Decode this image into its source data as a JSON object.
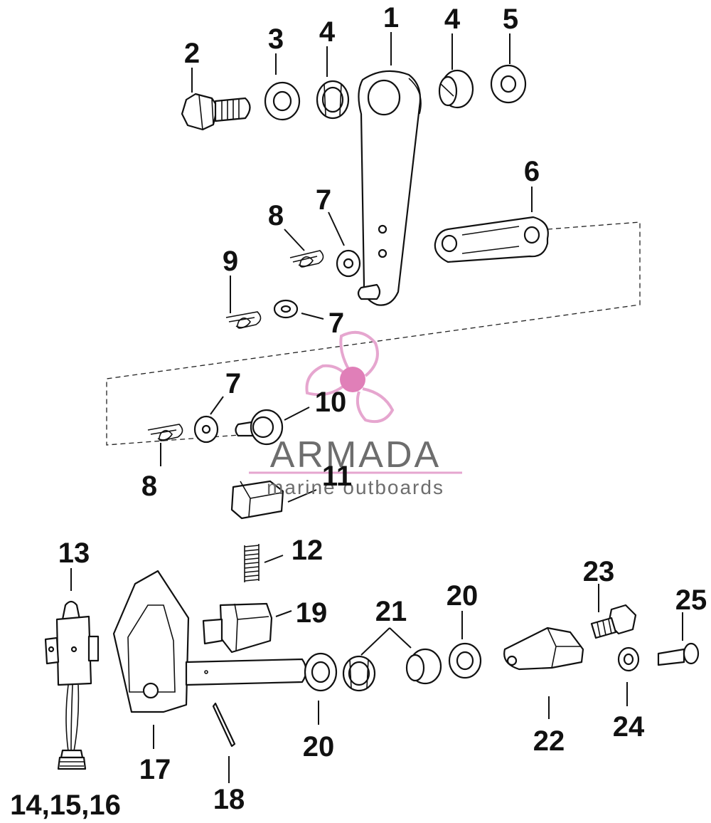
{
  "callouts": {
    "c1": "1",
    "c2": "2",
    "c3": "3",
    "c4a": "4",
    "c4b": "4",
    "c5": "5",
    "c6": "6",
    "c7a": "7",
    "c7b": "7",
    "c7c": "7",
    "c8a": "8",
    "c8b": "8",
    "c9": "9",
    "c10": "10",
    "c11": "11",
    "c12": "12",
    "c13": "13",
    "c14": "14,15,16",
    "c17": "17",
    "c18": "18",
    "c19": "19",
    "c20a": "20",
    "c20b": "20",
    "c21": "21",
    "c22": "22",
    "c23": "23",
    "c24": "24",
    "c25": "25"
  },
  "watermark": {
    "brand": "ARMADA",
    "tagline": "marine outboards",
    "colors": {
      "pink": "#e6a6cf",
      "pink_hub": "#e07fb8",
      "gray": "#6d6d6d"
    }
  }
}
